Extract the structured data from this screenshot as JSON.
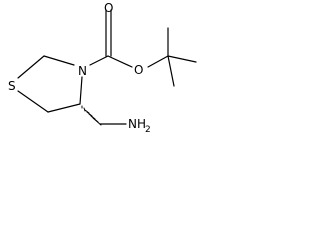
{
  "structure": {
    "atoms": {
      "sulfur": "S",
      "ring_nitrogen": "N",
      "carbonyl_oxygen": "O",
      "ester_oxygen": "O",
      "amine_n": "NH",
      "amine_h_count": "2"
    },
    "colors": {
      "bond": "#000000",
      "label": "#000000",
      "background": "#ffffff"
    }
  }
}
